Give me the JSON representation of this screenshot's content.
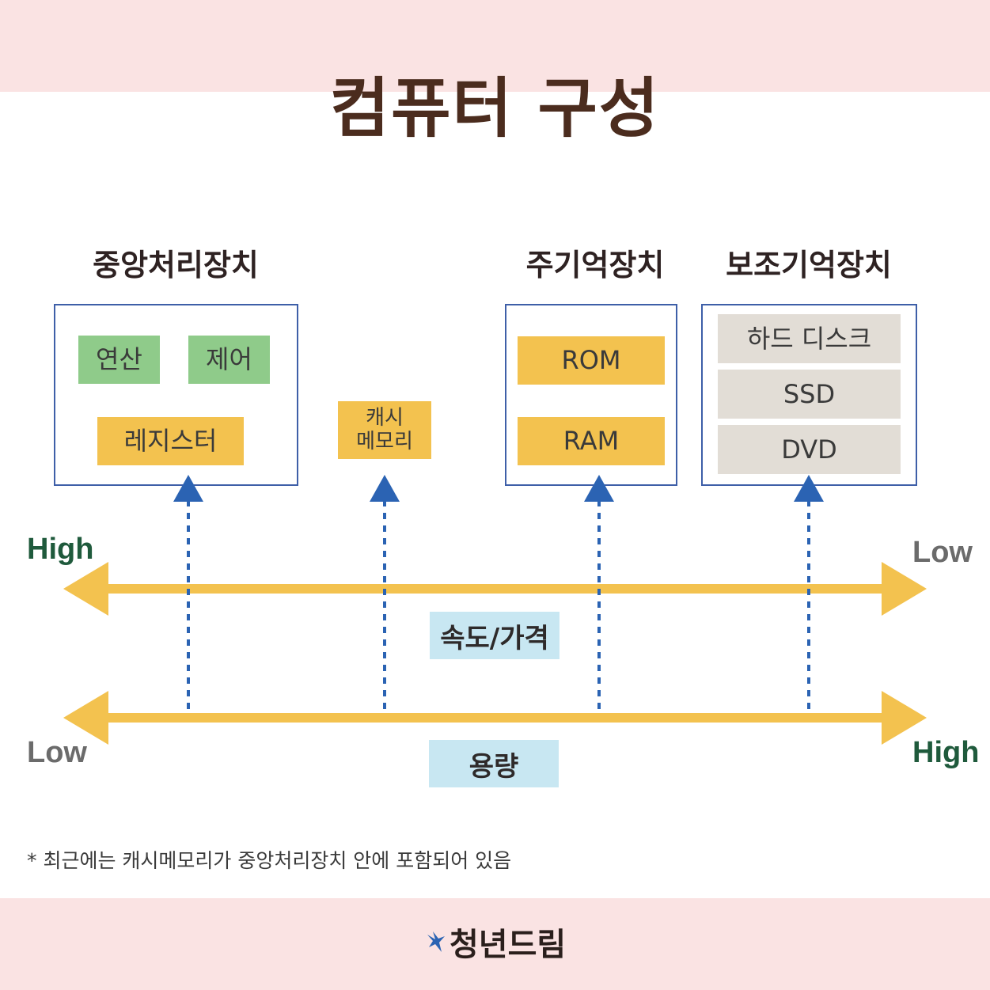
{
  "title": "컴퓨터 구성",
  "groups": {
    "cpu": {
      "title": "중앙처리장치",
      "items": [
        "연산",
        "제어",
        "레지스터"
      ]
    },
    "cache": {
      "label_line1": "캐시",
      "label_line2": "메모리"
    },
    "main_memory": {
      "title": "주기억장치",
      "items": [
        "ROM",
        "RAM"
      ]
    },
    "secondary": {
      "title": "보조기억장치",
      "items": [
        "하드 디스크",
        "SSD",
        "DVD"
      ]
    }
  },
  "axes": {
    "speed_price": {
      "label": "속도/가격",
      "left": "High",
      "right": "Low"
    },
    "capacity": {
      "label": "용량",
      "left": "Low",
      "right": "High"
    }
  },
  "note": "* 최근에는 캐시메모리가 중앙처리장치 안에 포함되어 있음",
  "logo": {
    "text": "청년드림",
    "icon": "bird-icon"
  },
  "colors": {
    "band": "#fae3e3",
    "title": "#4b2c1e",
    "box_border": "#3e5fa8",
    "green": "#8fcb8a",
    "orange": "#f3c24f",
    "gray": "#e2ddd6",
    "arrow": "#f3c24f",
    "pointer": "#2b63b3",
    "tag": "#c8e7f2",
    "high": "#1f5a3c",
    "low": "#6b6b6b"
  }
}
